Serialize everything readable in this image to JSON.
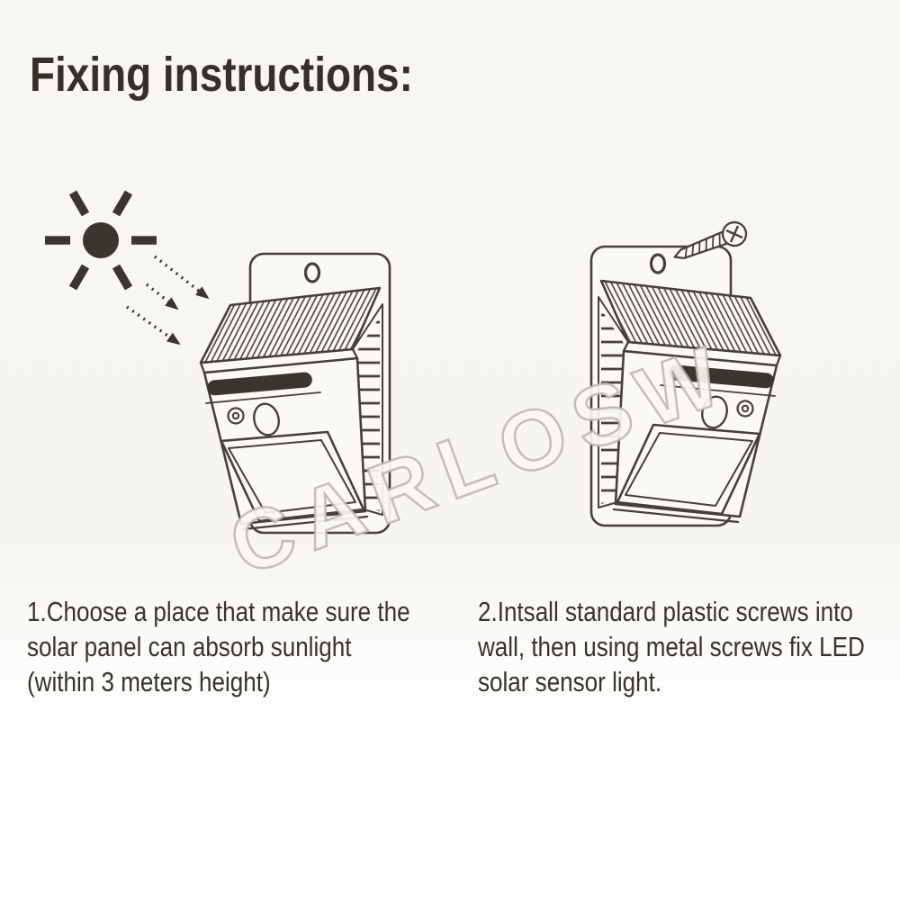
{
  "title": "Fixing instructions:",
  "watermark": "CARLOSW",
  "steps": [
    {
      "number": "1",
      "caption": "1.Choose a place that make sure the\nsolar panel can absorb sunlight\n(within 3 meters height)",
      "icons": [
        "sun-icon",
        "sunlight-arrows-icon",
        "solar-wall-light-drawing"
      ]
    },
    {
      "number": "2",
      "caption": "2.Intsall standard plastic screws into\nwall, then using metal screws fix LED\nsolar sensor light.",
      "icons": [
        "screw-icon",
        "mounting-hole",
        "solar-wall-light-drawing"
      ]
    }
  ],
  "colors": {
    "ink": "#46403a",
    "dark_fill": "#3b352f",
    "paper": "#f8f6f2",
    "watermark_outline": "#bab5ad"
  }
}
